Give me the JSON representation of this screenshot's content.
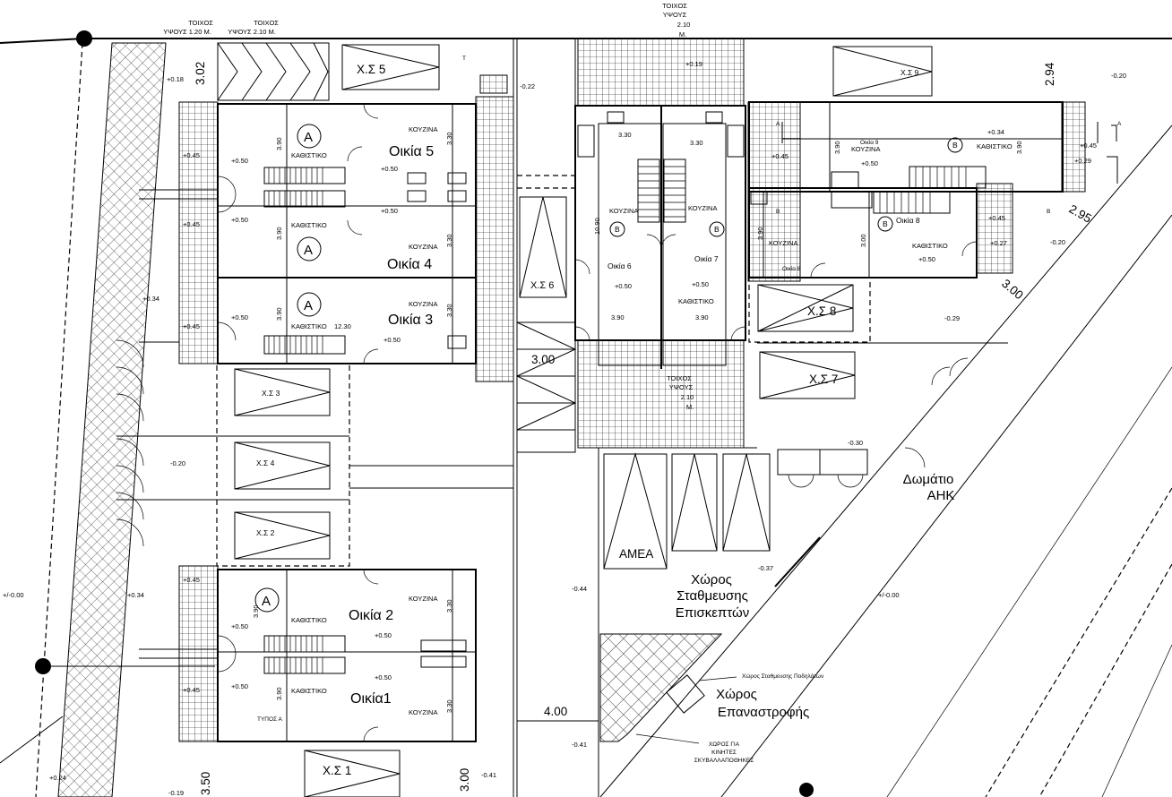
{
  "walls": {
    "wall_120": [
      "ΤΟΙΧΟΣ",
      "ΥΨΟΥΣ 1.20 Μ."
    ],
    "wall_210_left": [
      "ΤΟΙΧΟΣ",
      "ΥΨΟΥΣ 2.10 Μ."
    ],
    "wall_210_top": [
      "ΤΟΙΧΟΣ",
      "ΥΨΟΥΣ",
      "2.10",
      "Μ."
    ],
    "wall_210_mid": [
      "ΤΟΙΧΟΣ",
      "ΥΨΟΥΣ",
      "2.10",
      "Μ."
    ]
  },
  "houses": {
    "h5": "Οικία 5",
    "h4": "Οικία 4",
    "h3": "Οικία 3",
    "h2": "Οικία 2",
    "h1": "Οικία1",
    "h6": "Οικία 6",
    "h7": "Οικία 7",
    "h8": "Οικία 8",
    "h9": "Οικία 9"
  },
  "rooms": {
    "kitchen": "ΚΟΥΖΙΝΑ",
    "living": "ΚΑΘΙΣΤΙΚΟ",
    "type_a": "ΤΥΠΟΣ Α"
  },
  "house_types": {
    "a": "A",
    "b": "B"
  },
  "section_marks": {
    "a": "A",
    "b": "B",
    "t": "T"
  },
  "parking": {
    "p1": "Χ.Σ 1",
    "p2": "Χ.Σ 2",
    "p3": "Χ.Σ 3",
    "p4": "Χ.Σ 4",
    "p5": "Χ.Σ 5",
    "p6": "Χ.Σ 6",
    "p7": "Χ.Σ 7",
    "p8": "Χ.Σ 8",
    "p9": "Χ.Σ 9"
  },
  "areas": {
    "disabled": "ΑΜΕΑ",
    "visitor_parking": [
      "Χώρος",
      "Σταθμευσης",
      "Επισκεπτών"
    ],
    "turning": [
      "Χώρος",
      "Επαναστροφής"
    ],
    "substation": [
      "Δωμάτιο",
      "ΑΗΚ"
    ],
    "bicycle": "Χώρος Σταθμευσης Ποδηλάτων",
    "bins": [
      "ΧΩΡΟΣ ΓΙΑ",
      "ΚΙΝΗΤΕΣ",
      "ΣΚΥΒΑΛΛΑΠΟΘΗΚΕΣ"
    ]
  },
  "dims": {
    "d302": "3.02",
    "d294": "2.94",
    "d295": "2.95",
    "d300a": "3.00",
    "d300b": "3.00",
    "d400": "4.00",
    "d350": "3.50",
    "d300c": "3.00",
    "d1230": "12.30",
    "d1090": "10.90",
    "d330": "3.30",
    "d390": "3.90"
  },
  "levels": {
    "l1": "+0.18",
    "l2": "-0.22",
    "l3": "+0.19",
    "l4": "-0.20",
    "l5": "+0.34",
    "l6": "+0.45",
    "l7": "+0.29",
    "l8": "+0.45",
    "l9": "-0.20",
    "l10": "+0.27",
    "l11": "+0.50",
    "l12": "+0.45",
    "l13": "+0.34",
    "l14": "-0.29",
    "l15": "+0.45",
    "l16": "-0.30",
    "l17": "-0.20",
    "l18": "-0.37",
    "l19": "+/-0.00",
    "l20": "+0.34",
    "l21": "-0.44",
    "l22": "+/-0.00",
    "l23": "+0.45",
    "l24": "+0.50",
    "l25": "-0.41",
    "l26": "+0.24",
    "l27": "-0.19",
    "l28": "-0.41",
    "l29": "+0.50",
    "l30": "+0.45"
  }
}
